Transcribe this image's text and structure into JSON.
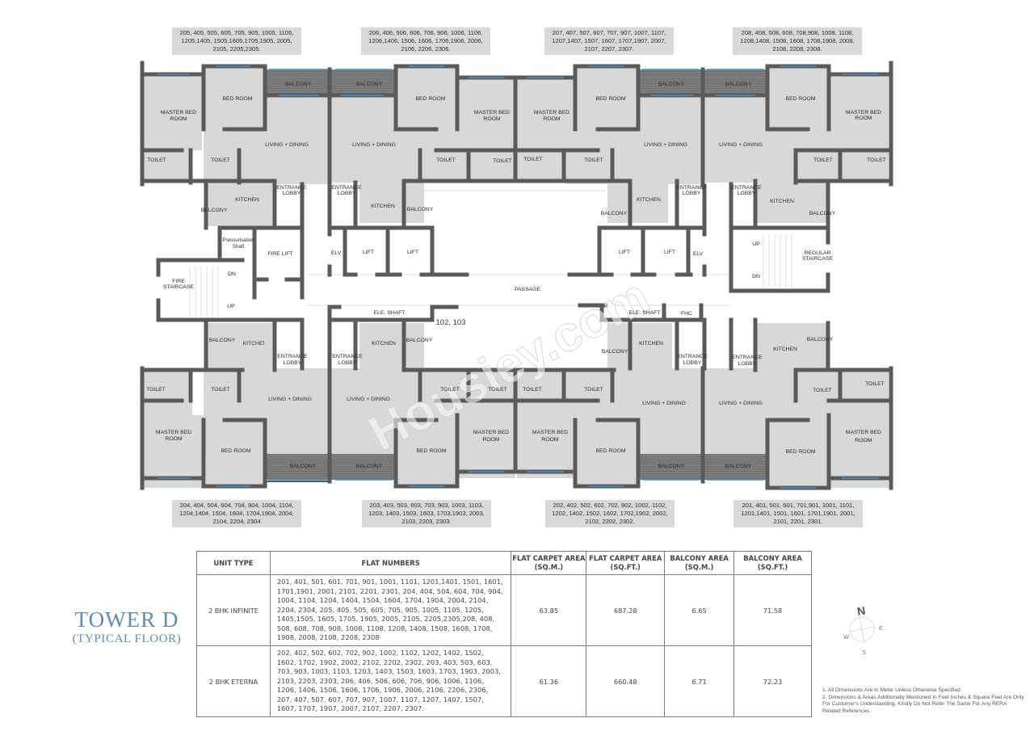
{
  "colors": {
    "room_fill": "#d8d8d8",
    "wall": "#5a5a5a",
    "balcony_fill": "#7d7d7d",
    "window_blue": "#4a90c8",
    "title_blue": "#5b8db4",
    "flat_label_bg": "#d9d9d9"
  },
  "plan": {
    "flat_labels_top": [
      {
        "id": "05",
        "text": "205, 405, 505, 605, 705, 905, 1005, 1105, 1205,1405, 1505,1605,1705,1905, 2005, 2105, 2205,2305."
      },
      {
        "id": "06",
        "text": "206, 406, 506, 606, 706, 906, 1006, 1106, 1206,1406, 1506, 1606, 1706,1906, 2006, 2106, 2206, 2306."
      },
      {
        "id": "07",
        "text": "207, 407, 507, 607, 707, 907, 1007, 1107, 1207,1407, 1507, 1607, 1707,1907, 2007, 2107, 2207, 2307."
      },
      {
        "id": "08",
        "text": "208, 408, 508, 608, 708,908, 1008, 1108, 1208,1408, 1508, 1608, 1708,1908, 2008, 2108, 2208, 2308."
      }
    ],
    "flat_labels_bottom": [
      {
        "id": "04",
        "text": "204, 404, 504, 604, 704, 904, 1004, 1104, 1204,1404, 1504, 1604, 1704,1904, 2004, 2104, 2204, 2304"
      },
      {
        "id": "03",
        "text": "203, 403, 503, 603, 703, 903, 1003, 1103, 1203, 1403, 1503, 1603, 1703,1903, 2003, 2103, 2203, 2303."
      },
      {
        "id": "02",
        "text": "202, 402, 502, 602, 702, 902, 1002, 1102, 1202, 1402, 1502, 1602, 1702,1902, 2002, 2102, 2202, 2302."
      },
      {
        "id": "01",
        "text": "201, 401, 501, 601, 701,901, 1001, 1101, 1201,1401, 1501, 1601, 1701,1901, 2001, 2101, 2201, 2301."
      }
    ],
    "rooms": {
      "master_bed": [
        "MASTER BED",
        "ROOM"
      ],
      "bed_room": "BED ROOM",
      "balcony": "BALCONY",
      "living_dining": "LIVING + DINING",
      "toilet": "TOILET",
      "kitchen": "KITCHEN",
      "kitchen_cut": "KITCHEI",
      "entrance_lobby": [
        "ENTRANCE",
        "LOBBY"
      ],
      "lift": "LIFT",
      "fire_lift": "FIRE LIFT",
      "elv": "ELV",
      "pressurisation_shaft": [
        "Pressurisation",
        "Shaft"
      ],
      "fire_staircase": [
        "FIRE",
        "STAIRCASE"
      ],
      "regular_staircase": [
        "REGULAR",
        "STAIRCASE"
      ],
      "up": "UP",
      "dn": "DN",
      "passage": "PASSAGE",
      "ele_shaft": "ELE. SHAFT",
      "fhc": "FHC",
      "ground_units": "102, 103"
    },
    "watermark": "Housiey.com"
  },
  "title": {
    "main": "TOWER D",
    "sub": "(TYPICAL FLOOR)"
  },
  "table": {
    "headers": [
      "UNIT TYPE",
      "FLAT NUMBERS",
      "FLAT CARPET AREA (SQ.M.)",
      "FLAT CARPET AREA (SQ.FT.)",
      "BALCONY AREA (SQ.M.)",
      "BALCONY AREA (SQ.FT.)"
    ],
    "rows": [
      {
        "unit_type": "2 BHK INFINITE",
        "flat_numbers": "201, 401, 501, 601, 701, 901, 1001, 1101, 1201,1401, 1501, 1601, 1701,1901, 2001, 2101, 2201, 2301, 204, 404, 504, 604, 704, 904, 1004, 1104, 1204, 1404, 1504, 1604, 1704, 1904, 2004, 2104, 2204, 2304, 205, 405, 505, 605, 705, 905, 1005, 1105, 1205, 1405,1505, 1605, 1705, 1905, 2005, 2105, 2205,2305,208, 408, 508, 608, 708, 908, 1008, 1108, 1208, 1408, 1508, 1608, 1708, 1908, 2008, 2108, 2208, 2308",
        "carpet_sqm": "63.85",
        "carpet_sqft": "687.28",
        "balcony_sqm": "6.65",
        "balcony_sqft": "71.58"
      },
      {
        "unit_type": "2 BHK ETERNA",
        "flat_numbers": "202, 402, 502, 602, 702, 902, 1002, 1102, 1202, 1402, 1502, 1602, 1702, 1902, 2002, 2102, 2202, 2302, 203, 403, 503, 603, 703, 903, 1003, 1103, 1203, 1403, 1503, 1603, 1703, 1903, 2003, 2103, 2203, 2303, 206, 406, 506, 606, 706, 906, 1006, 1106, 1206, 1406, 1506, 1606, 1706, 1906, 2006, 2106, 2206, 2306, 207, 407, 507, 607, 707, 907, 1007, 1107, 1207, 1407, 1507, 1607, 1707, 1907, 2007, 2107, 2207, 2307.",
        "carpet_sqm": "61.36",
        "carpet_sqft": "660.48",
        "balcony_sqm": "6.71",
        "balcony_sqft": "72.23"
      }
    ]
  },
  "compass": {
    "n": "N",
    "e": "E",
    "s": "S",
    "w": "W"
  },
  "notes": [
    "1.  All Dimensions Are In Meter Unless Otherwise Specified",
    "2.  Dimensions & Areas Additionally Mentioned In Feet Inches & Square Feet Are Only For Customer's Understanding. Kindly Do Not Refer The Same For Any RERA Related References"
  ]
}
